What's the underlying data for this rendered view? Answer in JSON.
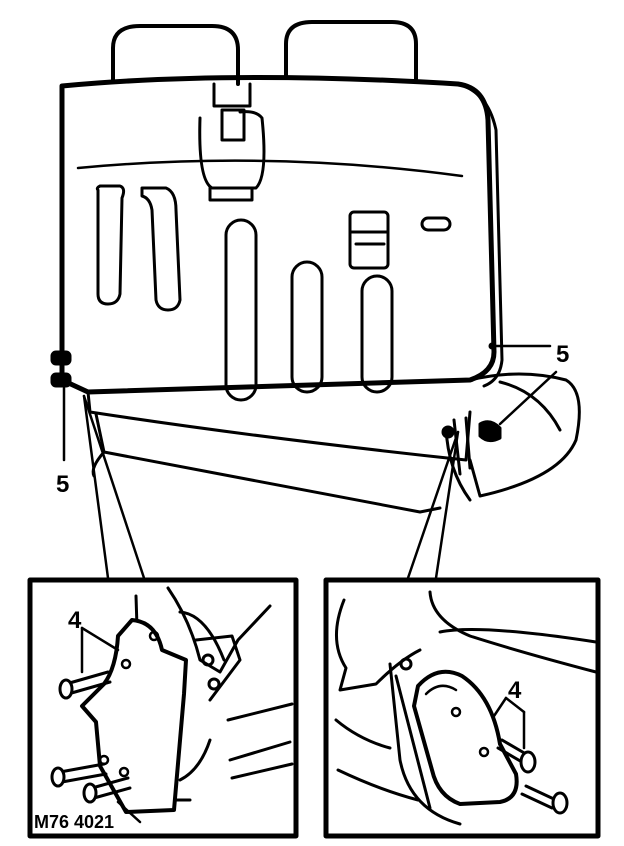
{
  "callouts": {
    "five_right": "5",
    "five_left": "5",
    "four_left": "4",
    "four_right": "4"
  },
  "figure_ref": "M76 4021",
  "colors": {
    "ink": "#000000",
    "paper": "#ffffff"
  }
}
